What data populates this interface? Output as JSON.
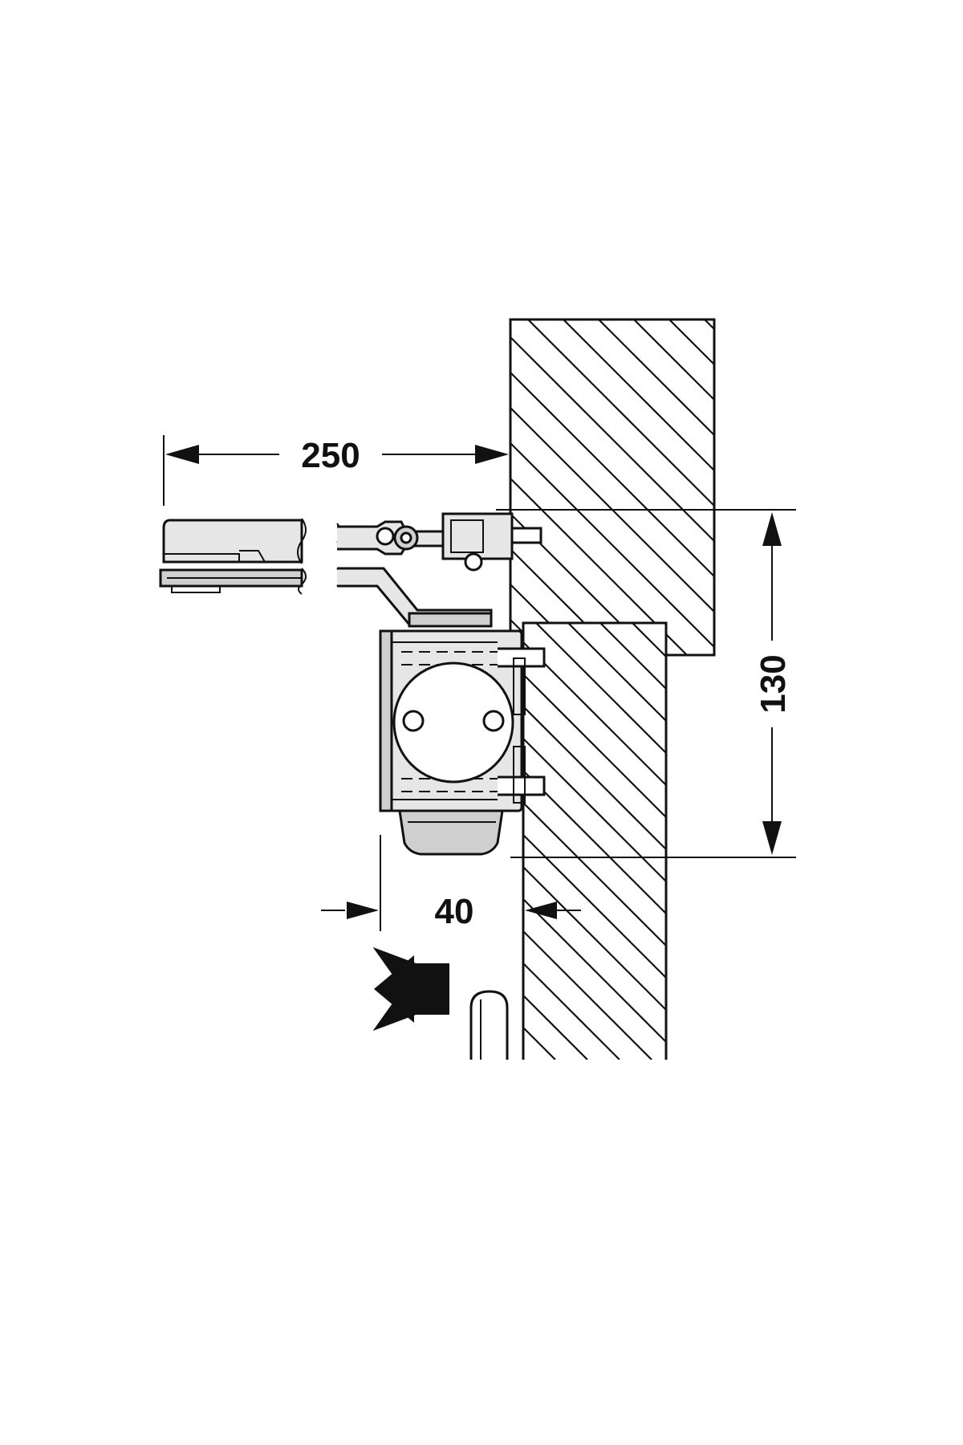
{
  "dimensions": {
    "arm_length": "250",
    "mounting_height": "130",
    "offset": "40"
  },
  "colors": {
    "line": "#111111",
    "body_fill": "#e6e6e6",
    "body_shade": "#cfcfcf",
    "background": "#ffffff"
  },
  "icons": {
    "direction_arrow": "arrow-left-icon"
  }
}
